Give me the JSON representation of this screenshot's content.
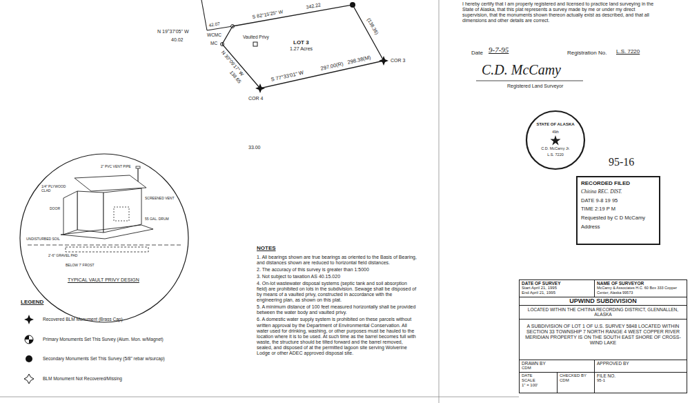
{
  "diagram": {
    "nodes": [
      {
        "text": [
          "LOT 3",
          "1.27 Acres",
          "Vaulted Privy"
        ]
      },
      {
        "text": [
          "1/4\" PLYWOOD CLAD",
          "2\" PVC VENT PIPE",
          "SCREENED VENT",
          "DOOR",
          "55 GAL. DRUM",
          "UNDISTURBED SOIL",
          "2'-6\" GRAVEL PAD",
          "BELOW 7' FROST",
          "TYPICAL VAULT PRIVY DESIGN"
        ]
      },
      {
        "text": [
          "STATE OF ALASKA",
          "49th",
          "C.D. McCamy Jr.",
          "L.S. 7220"
        ]
      },
      {
        "text": [
          "RECORDED FILED",
          "Chitina REC. DIST.",
          "DATE 9-8 19 95",
          "TIME 2:19 P M",
          "Requested by C D McCamy",
          "Address"
        ]
      },
      {
        "text": [
          "DATE OF SURVEY",
          "Start April 21, 1995",
          "End April 21, 1995"
        ]
      },
      {
        "text": [
          "NAME OF SURVEYOR",
          "McCamy & Associates H.C. 60 Box 333 Copper Center, Alaska 99573"
        ]
      },
      {
        "text": [
          "UPWIND SUBDIVISION"
        ]
      },
      {
        "text": [
          "LOCATED WITHIN THE CHITINA RECORDING DISTRICT, GLENNALLEN, ALASKA"
        ]
      },
      {
        "text": [
          "A SUBDIVISION OF LOT 1 OF U.S. SURVEY 5848 LOCATED WITHIN SECTION 33 TOWNSHIP 7 NORTH RANGE 4 WEST COPPER RIVER MERIDIAN PROPERTY IS ON THE SOUTH EAST SHORE OF CROSS-WIND LAKE"
        ]
      },
      {
        "text": [
          "DRAWN BY",
          "CDM"
        ]
      },
      {
        "text": [
          "APPROVED BY"
        ]
      },
      {
        "text": [
          "DATE",
          "SCALE",
          "1\" = 100'"
        ]
      },
      {
        "text": [
          "CHECKED BY",
          "CDM"
        ]
      },
      {
        "text": [
          "FILE NO.",
          "95-1"
        ]
      }
    ],
    "labels": [
      "I hereby certify that I am properly registered and licensed to practice land surveying in the State of Alaska, that this plat represents a survey made by me or under my direct supervision, that the monuments shown thereon actually exist as described, and that all dimensions and other details are correct.",
      "Date",
      "9-7-95",
      "Registration No.",
      "L.S. 7220",
      "C.D. McCamy",
      "Registered Land Surveyor",
      "95-16",
      "S 82°15'25\" W",
      "342.22",
      "42.07",
      "WCMC",
      "N 19°37'05\" W",
      "40.02",
      "MC",
      "(138.36)",
      "N 30°09'17\" W",
      "138.65",
      "S 77°33'01\" W",
      "297.00(R)",
      "298.38(M)",
      "COR 3",
      "COR 4",
      "33.00",
      "NOTES",
      "1. All bearings shown are true bearings as oriented to the Basis of Bearing, and distances shown are reduced to horizontal field distances.",
      "2. The accuracy of this survey is greater than 1:5000",
      "3. Not subject to taxation AS 40.15.020",
      "4. On-lot wastewater disposal systems (septic tank and soil absorption field) are prohibited on lots in the subdivision. Sewage shall be disposed of by means of a vaulted privy, constructed in accordance with the engineering plan, as shown on this plat.",
      "5. A minimum distance of 100 feet measured horizontally shall be provided between the water body and vaulted privy.",
      "6. A domestic water supply system is prohibited on these parcels without written approval by the Department of Environmental Conservation. All water used for drinking, washing, or other purposes must be hauled to the location where it is to be used. At such time as the barrel becomes full with waste, the structure should be tilted forward and the barrel removed, sealed, and disposed of at the permitted lagoon site serving Wolverine Lodge or other ADEC approved disposal site.",
      "LEGEND"
    ],
    "legend": [
      {
        "text": "Recovered BLM Monument (Brass Cap)"
      },
      {
        "text": "Primary Monuments Set This Survey (Alum. Mon. w/Magnet)"
      },
      {
        "text": "Secondary Monuments Set This Survey (5/8\" rebar w/surcap)"
      },
      {
        "text": "BLM Monument Not Recovered/Missing"
      }
    ]
  }
}
